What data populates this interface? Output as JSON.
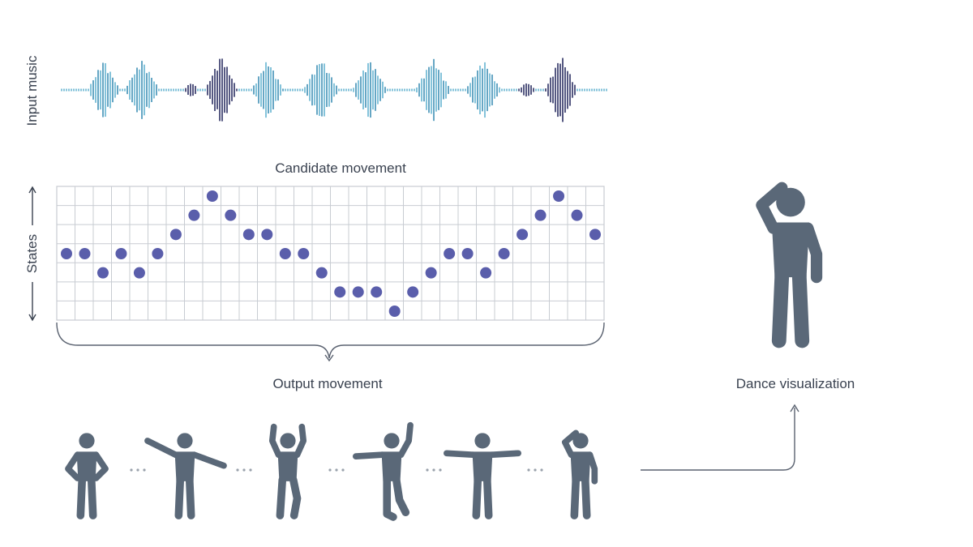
{
  "labels": {
    "input_music": "Input music",
    "states": "States",
    "candidate_movement": "Candidate movement",
    "output_movement": "Output movement",
    "dance_visualization": "Dance visualization"
  },
  "colors": {
    "figure": "#5a6878",
    "dot": "#5a5eab",
    "grid": "#c8ccd2",
    "text": "#3a4250",
    "wave_light": "#66b4d0",
    "wave_mid": "#3f8fb5",
    "wave_dark": "#2c2f63"
  },
  "state_sequence": [
    4,
    4,
    3,
    4,
    3,
    4,
    5,
    6,
    7,
    6,
    5,
    5,
    4,
    4,
    3,
    2,
    2,
    2,
    1,
    2,
    3,
    4,
    4,
    3,
    4,
    5,
    6,
    7,
    6,
    5
  ],
  "state_levels": 8,
  "grid_columns": 30,
  "grid_rows": 7,
  "pose_sequence": [
    "hands-on-hips",
    "arms-diagonal",
    "arms-raised",
    "one-arm-up",
    "arms-out",
    "hand-on-head"
  ],
  "final_pose": "hand-on-head"
}
